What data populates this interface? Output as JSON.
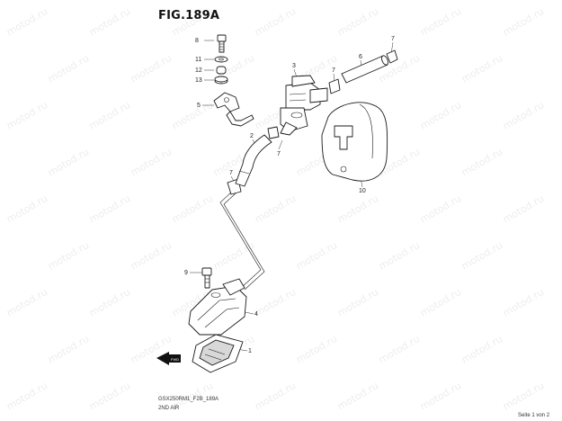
{
  "figure": {
    "title": "FIG.189A",
    "footer_code": "GSX250RM1_F2B_189A",
    "footer_sub": "2ND AIR",
    "page_indicator": "Seite 1 von 2",
    "front_marker": "FWD"
  },
  "watermark": {
    "text": "motod.ru"
  },
  "callouts": [
    {
      "id": "1",
      "label": "1"
    },
    {
      "id": "3",
      "label": "3"
    },
    {
      "id": "4",
      "label": "4"
    },
    {
      "id": "5",
      "label": "5"
    },
    {
      "id": "6",
      "label": "6"
    },
    {
      "id": "7a",
      "label": "7"
    },
    {
      "id": "7b",
      "label": "7"
    },
    {
      "id": "7c",
      "label": "7"
    },
    {
      "id": "7d",
      "label": "7"
    },
    {
      "id": "8",
      "label": "8"
    },
    {
      "id": "9",
      "label": "9"
    },
    {
      "id": "10",
      "label": "10"
    },
    {
      "id": "11",
      "label": "11"
    },
    {
      "id": "12",
      "label": "12"
    },
    {
      "id": "13",
      "label": "13"
    }
  ]
}
